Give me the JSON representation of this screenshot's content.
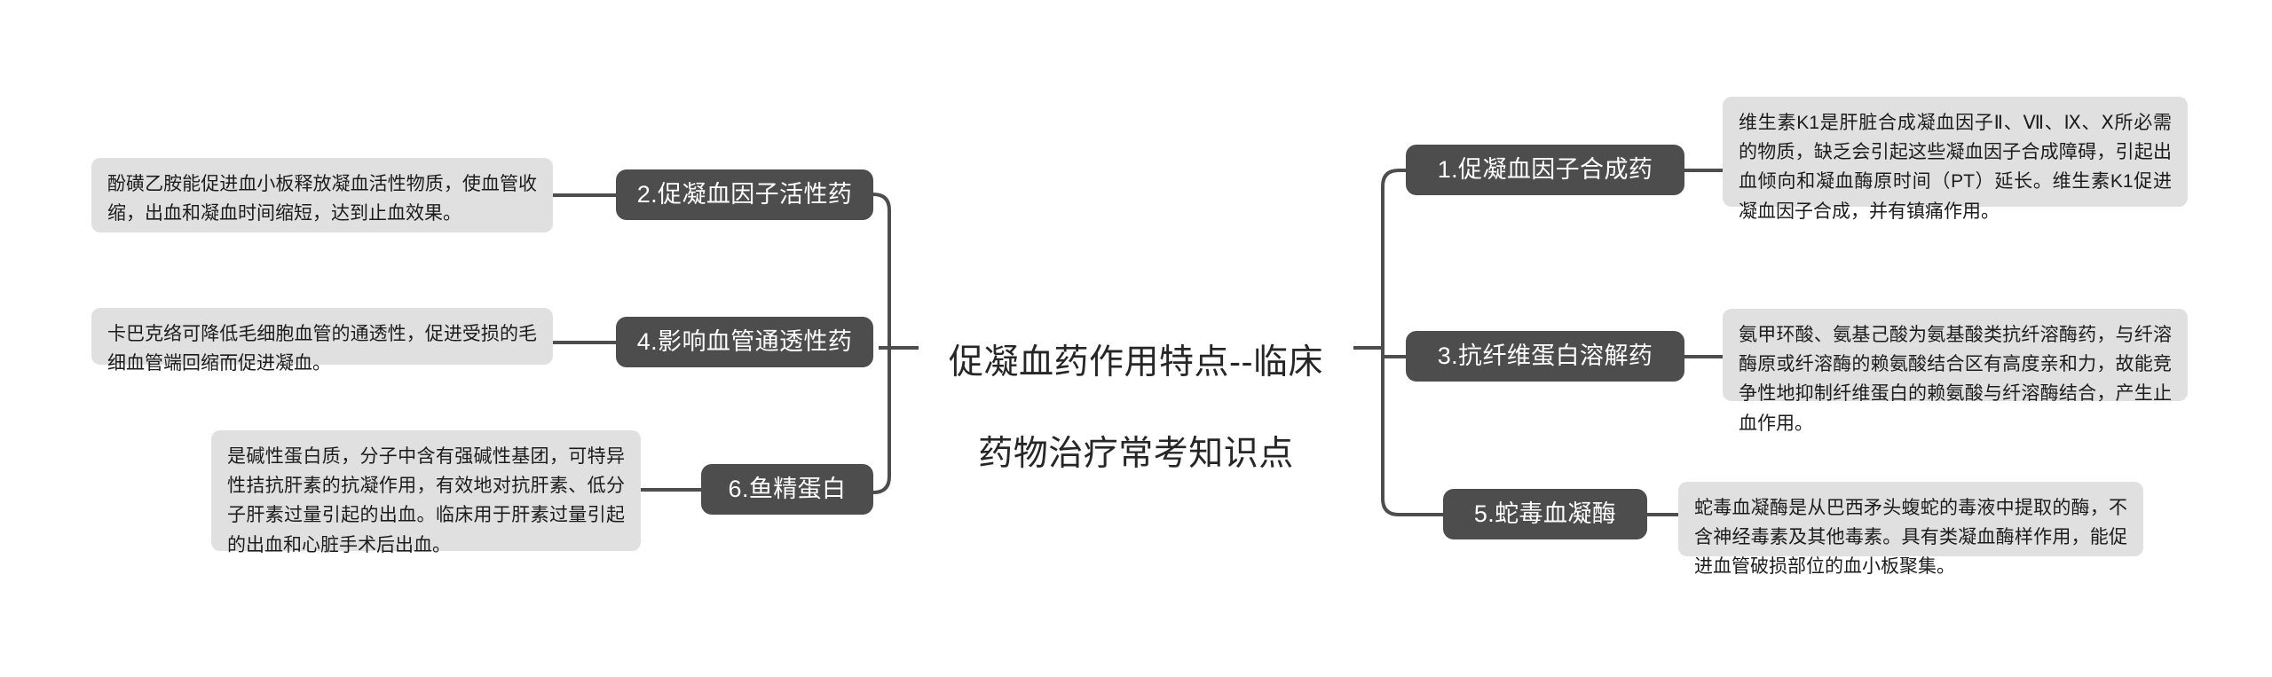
{
  "center": {
    "title": "促凝血药作用特点--临床\n药物治疗常考知识点",
    "title_line1": "促凝血药作用特点--临床",
    "title_line2": "药物治疗常考知识点"
  },
  "colors": {
    "background": "#ffffff",
    "node_fill": "#4d4d4d",
    "node_text": "#ffffff",
    "leaf_fill": "#e0e0e0",
    "leaf_text": "#1c1c1c",
    "connector": "#4d4d4d",
    "center_text": "#262626"
  },
  "branches": {
    "left": [
      {
        "id": "branch-2",
        "node_label": "2.促凝血因子活性药",
        "detail": "酚磺乙胺能促进血小板释放凝血活性物质，使血管收缩，出血和凝血时间缩短，达到止血效果。"
      },
      {
        "id": "branch-4",
        "node_label": "4.影响血管通透性药",
        "detail": "卡巴克络可降低毛细胞血管的通透性，促进受损的毛细血管端回缩而促进凝血。"
      },
      {
        "id": "branch-6",
        "node_label": "6.鱼精蛋白",
        "detail": "是碱性蛋白质，分子中含有强碱性基团，可特异性拮抗肝素的抗凝作用，有效地对抗肝素、低分子肝素过量引起的出血。临床用于肝素过量引起的出血和心脏手术后出血。"
      }
    ],
    "right": [
      {
        "id": "branch-1",
        "node_label": "1.促凝血因子合成药",
        "detail": "维生素K1是肝脏合成凝血因子Ⅱ、Ⅶ、Ⅸ、Ⅹ所必需的物质，缺乏会引起这些凝血因子合成障碍，引起出血倾向和凝血酶原时间（PT）延长。维生素K1促进凝血因子合成，并有镇痛作用。"
      },
      {
        "id": "branch-3",
        "node_label": "3.抗纤维蛋白溶解药",
        "detail": "氨甲环酸、氨基己酸为氨基酸类抗纤溶酶药，与纤溶酶原或纤溶酶的赖氨酸结合区有高度亲和力，故能竞争性地抑制纤维蛋白的赖氨酸与纤溶酶结合，产生止血作用。"
      },
      {
        "id": "branch-5",
        "node_label": "5.蛇毒血凝酶",
        "detail": "蛇毒血凝酶是从巴西矛头蝮蛇的毒液中提取的酶，不含神经毒素及其他毒素。具有类凝血酶样作用，能促进血管破损部位的血小板聚集。"
      }
    ]
  }
}
